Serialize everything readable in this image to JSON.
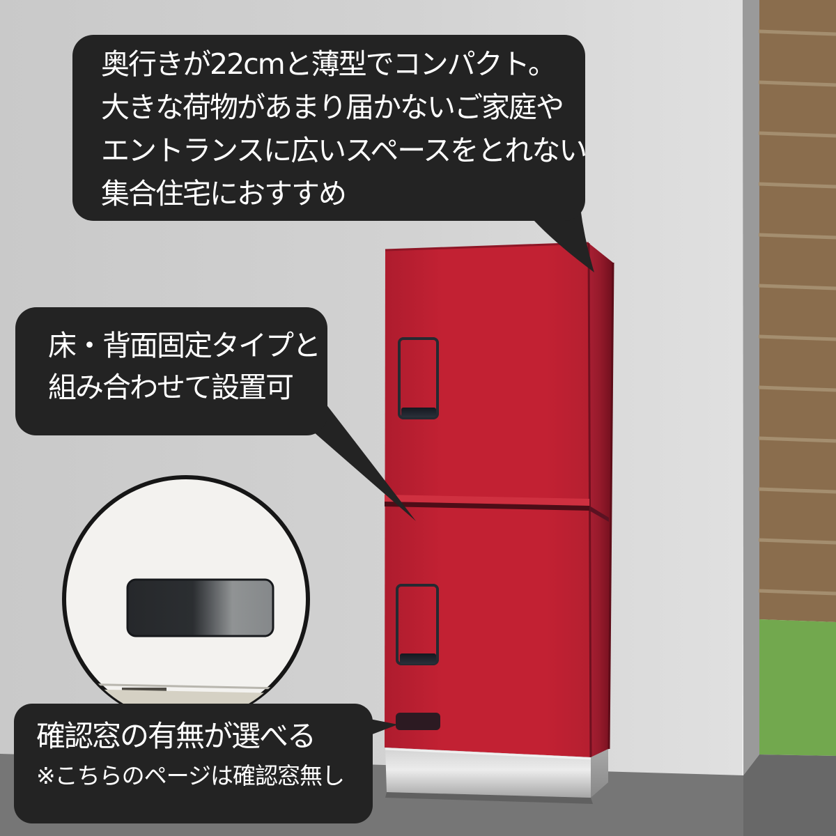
{
  "illustration": {
    "subject": "stacked-parcel-delivery-box-product-callouts",
    "callouts": {
      "depth": {
        "lines": [
          "奥行きが22cmと薄型でコンパクト。",
          "大きな荷物があまり届かないご家庭や",
          "エントランスに広いスペースをとれない",
          "集合住宅におすすめ"
        ]
      },
      "install": {
        "lines": [
          "床・背面固定タイプと",
          "組み合わせて設置可"
        ]
      },
      "window": {
        "main": "確認窓の有無が選べる",
        "note": "※こちらのページは確認窓無し"
      }
    },
    "colors": {
      "bubble_bg": "#232323",
      "bubble_text": "#ffffff",
      "box_front_red": "#c22133",
      "box_side_red": "#8f1727",
      "handle_outline": "#252a31",
      "slot_dark": "#1f242c",
      "bottom_plate": "#2c1a22",
      "base_silver": "#d6d6d6",
      "wall_gray": "#cdcdcd",
      "wall_edge_gray": "#9a9a9a",
      "brick_brown": "#8a6d4d",
      "mortar": "#a69071",
      "hedge_green": "#72a84e",
      "floor_gray": "#767676",
      "floor_dark": "#686868",
      "detail_circle_face": "#f3f2ef",
      "detail_window_dark": "#27292c",
      "detail_window_light": "#8e9193"
    }
  }
}
